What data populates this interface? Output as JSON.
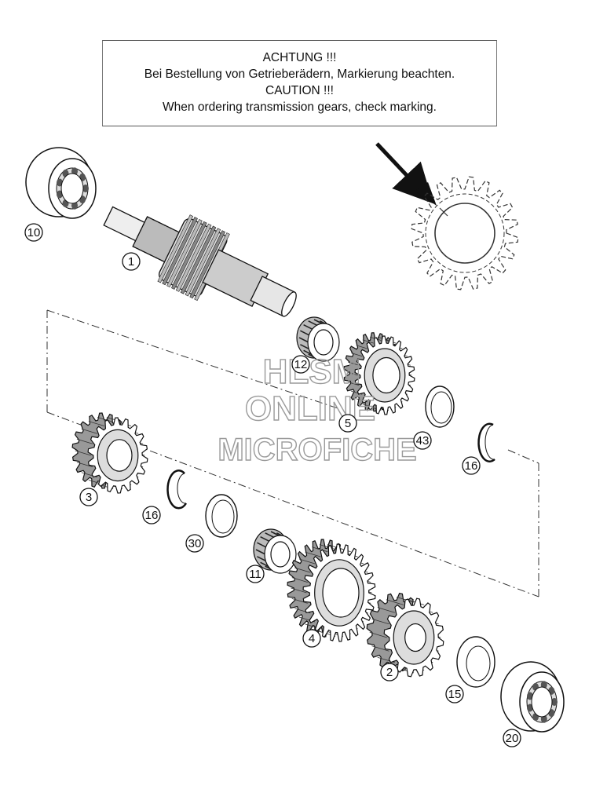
{
  "notice": {
    "line_de_1": "ACHTUNG !!!",
    "line_de_2": "Bei Bestellung von Getrieberädern, Markierung beachten.",
    "line_en_1": "CAUTION !!!",
    "line_en_2": "When ordering transmission gears, check marking."
  },
  "callouts": {
    "bearing_top": "10",
    "shaft": "1",
    "needle_bearing_top": "12",
    "gear_5": "5",
    "washer_43": "43",
    "circlip_right": "16",
    "gear_3": "3",
    "circlip_left": "16",
    "washer_30": "30",
    "needle_bearing_bottom": "11",
    "gear_4": "4",
    "gear_2": "2",
    "washer_15": "15",
    "bearing_bottom": "20"
  },
  "watermark": {
    "line1": "HLSM",
    "line2": "ONLINE",
    "line3": "MICROFICHE"
  },
  "colors": {
    "ink": "#111111",
    "watermark": "#9a9a9a",
    "background": "#ffffff"
  }
}
